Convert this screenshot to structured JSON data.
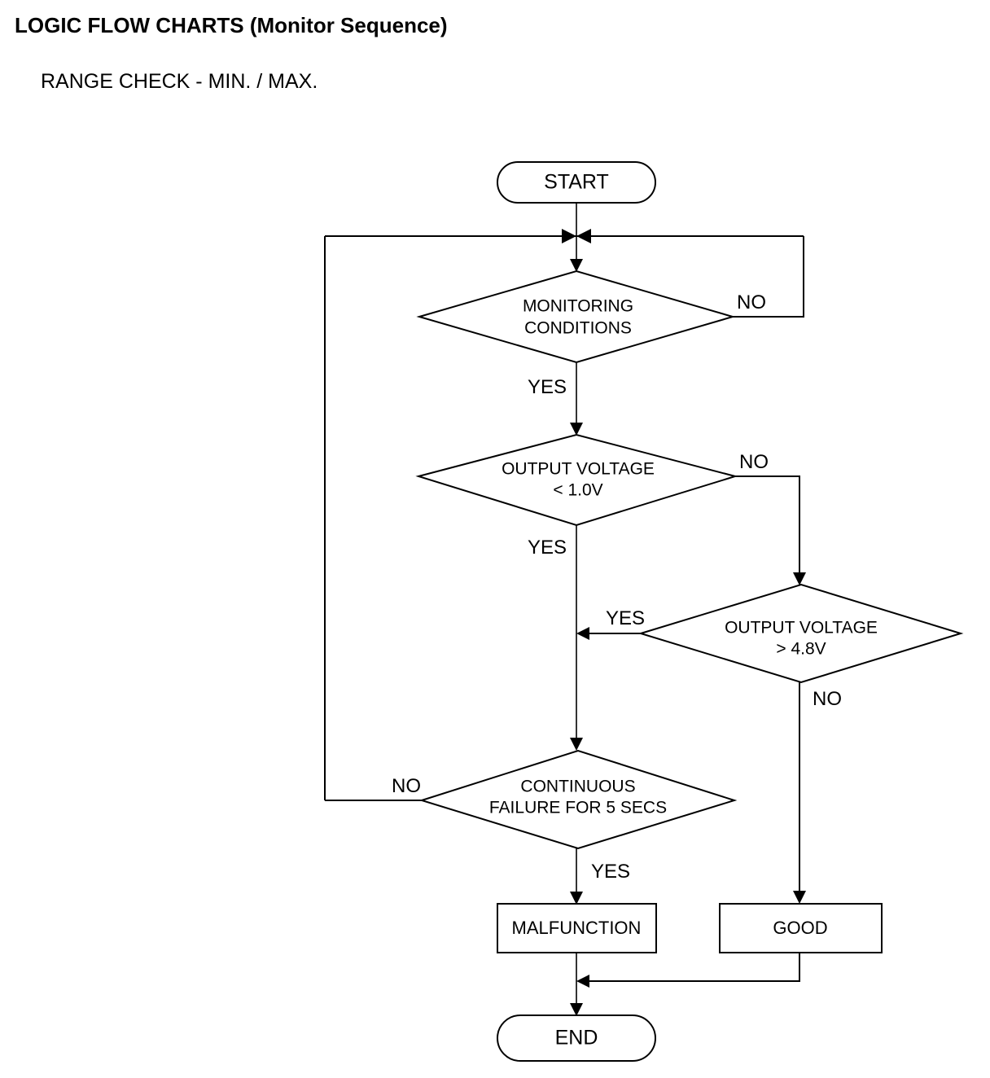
{
  "header": {
    "title": "LOGIC FLOW CHARTS (Monitor Sequence)",
    "subtitle": "RANGE CHECK - MIN. / MAX."
  },
  "chart_data": {
    "type": "diagram",
    "title": "LOGIC FLOW CHARTS (Monitor Sequence)",
    "subtitle": "RANGE CHECK - MIN. / MAX.",
    "nodes": [
      {
        "id": "start",
        "shape": "terminator",
        "label": "START"
      },
      {
        "id": "monitoring",
        "shape": "decision",
        "label_line1": "MONITORING",
        "label_line2": "CONDITIONS"
      },
      {
        "id": "volt_min",
        "shape": "decision",
        "label_line1": "OUTPUT VOLTAGE",
        "label_line2": "< 1.0V"
      },
      {
        "id": "volt_max",
        "shape": "decision",
        "label_line1": "OUTPUT VOLTAGE",
        "label_line2": "> 4.8V"
      },
      {
        "id": "continuous",
        "shape": "decision",
        "label_line1": "CONTINUOUS",
        "label_line2": "FAILURE FOR 5 SECS"
      },
      {
        "id": "malfunction",
        "shape": "process",
        "label": "MALFUNCTION"
      },
      {
        "id": "good",
        "shape": "process",
        "label": "GOOD"
      },
      {
        "id": "end",
        "shape": "terminator",
        "label": "END"
      }
    ],
    "edges": [
      {
        "from": "start",
        "to": "monitoring",
        "label": ""
      },
      {
        "from": "monitoring",
        "to": "volt_min",
        "label": "YES"
      },
      {
        "from": "monitoring",
        "to": "start_merge",
        "label": "NO"
      },
      {
        "from": "volt_min",
        "to": "continuous",
        "label": "YES"
      },
      {
        "from": "volt_min",
        "to": "volt_max",
        "label": "NO"
      },
      {
        "from": "volt_max",
        "to": "continuous",
        "label": "YES"
      },
      {
        "from": "volt_max",
        "to": "good",
        "label": "NO"
      },
      {
        "from": "continuous",
        "to": "malfunction",
        "label": "YES"
      },
      {
        "from": "continuous",
        "to": "start_merge",
        "label": "NO"
      },
      {
        "from": "malfunction",
        "to": "end",
        "label": ""
      },
      {
        "from": "good",
        "to": "end",
        "label": ""
      }
    ],
    "edge_labels": {
      "monitoring_no": "NO",
      "monitoring_yes": "YES",
      "volt_min_no": "NO",
      "volt_min_yes": "YES",
      "volt_max_yes": "YES",
      "volt_max_no": "NO",
      "continuous_no": "NO",
      "continuous_yes": "YES"
    },
    "colors": {
      "stroke": "#000000",
      "fill": "#ffffff",
      "text": "#000000"
    }
  }
}
